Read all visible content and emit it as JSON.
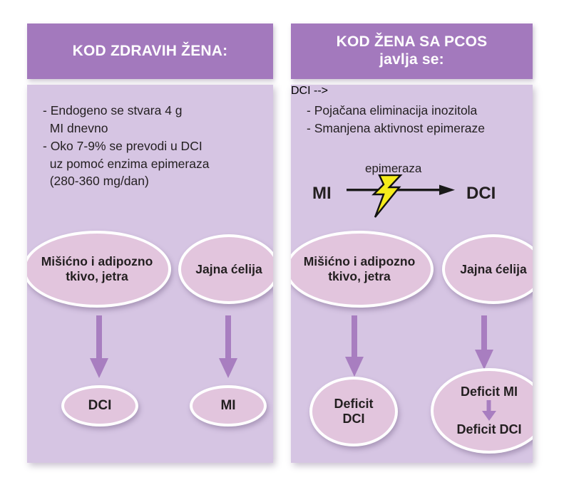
{
  "colors": {
    "header_purple": "#a379bd",
    "body_lilac": "#d6c5e3",
    "ellipse_pink": "#e2c5dd",
    "arrow_purple": "#a87ec0",
    "bolt_yellow": "#f5ec1b",
    "text_dark": "#231f20",
    "header_text": "#ffffff"
  },
  "left_panel": {
    "header_title": "KOD ZDRAVIH ŽENA:",
    "body_text": "- Endogeno se stvara 4 g\n  MI dnevno\n- Oko 7-9% se prevodi u DCI\n  uz pomoć enzima epimeraza\n  (280-360 mg/dan)",
    "nodes": {
      "tissue": "Mišićno i adipozno\ntkivo, jetra",
      "ovum": "Jajna ćelija",
      "result_left": "DCI",
      "result_right": "MI"
    },
    "arrows": {
      "left_arrow_name": "down-arrow-icon",
      "right_arrow_name": "down-arrow-icon"
    }
  },
  "right_panel": {
    "header_title": "KOD ŽENA SA PCOS\njavlja se:",
    "body_text": "- Pojačana eliminacija inozitola\n- Smanjena aktivnost epimeraze",
    "reaction": {
      "enzyme_label": "epimeraza",
      "substrate": "MI",
      "product": "DCI",
      "bolt_name": "lightning-bolt-icon",
      "arrow_name": "right-arrow-icon"
    },
    "nodes": {
      "tissue": "Mišićno i adipozno\ntkivo, jetra",
      "ovum": "Jajna ćelija",
      "result_left": "Deficit\nDCI",
      "result_right_top": "Deficit MI",
      "result_right_bottom": "Deficit DCI"
    },
    "arrows": {
      "left_arrow_name": "down-arrow-icon",
      "right_arrow_name": "down-arrow-icon",
      "inner_arrow_name": "down-arrow-icon"
    }
  }
}
